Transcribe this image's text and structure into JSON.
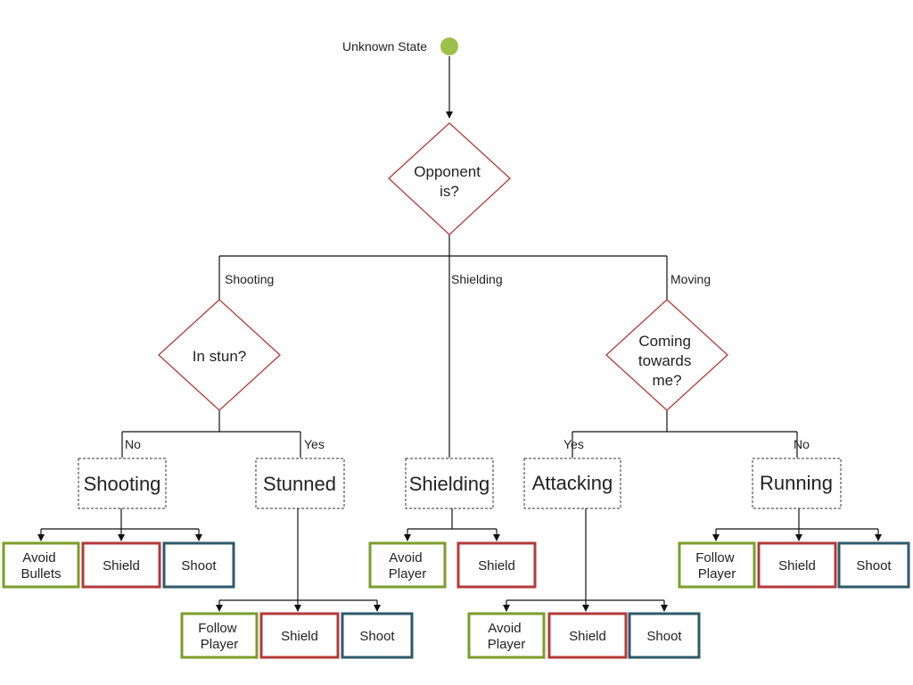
{
  "colors": {
    "start": "#9cc04a",
    "decision": "#b33a3a",
    "state_border": "#333333",
    "move": "#7a9e2a",
    "shield": "#b33a3a",
    "shoot": "#2d5a6b",
    "line": "#111111"
  },
  "start_label": "Unknown State",
  "decisions": {
    "opponent": "Opponent is?",
    "stun": "In stun?",
    "coming": "Coming towards me?"
  },
  "edges": {
    "shooting": "Shooting",
    "shielding": "Shielding",
    "moving": "Moving",
    "stun_no": "No",
    "stun_yes": "Yes",
    "coming_yes": "Yes",
    "coming_no": "No"
  },
  "states": {
    "shooting": "Shooting",
    "stunned": "Stunned",
    "shielding": "Shielding",
    "attacking": "Attacking",
    "running": "Running"
  },
  "actions": {
    "avoid_bullets": "Avoid Bullets",
    "follow_player": "Follow Player",
    "avoid_player": "Avoid Player",
    "shield": "Shield",
    "shoot": "Shoot"
  }
}
